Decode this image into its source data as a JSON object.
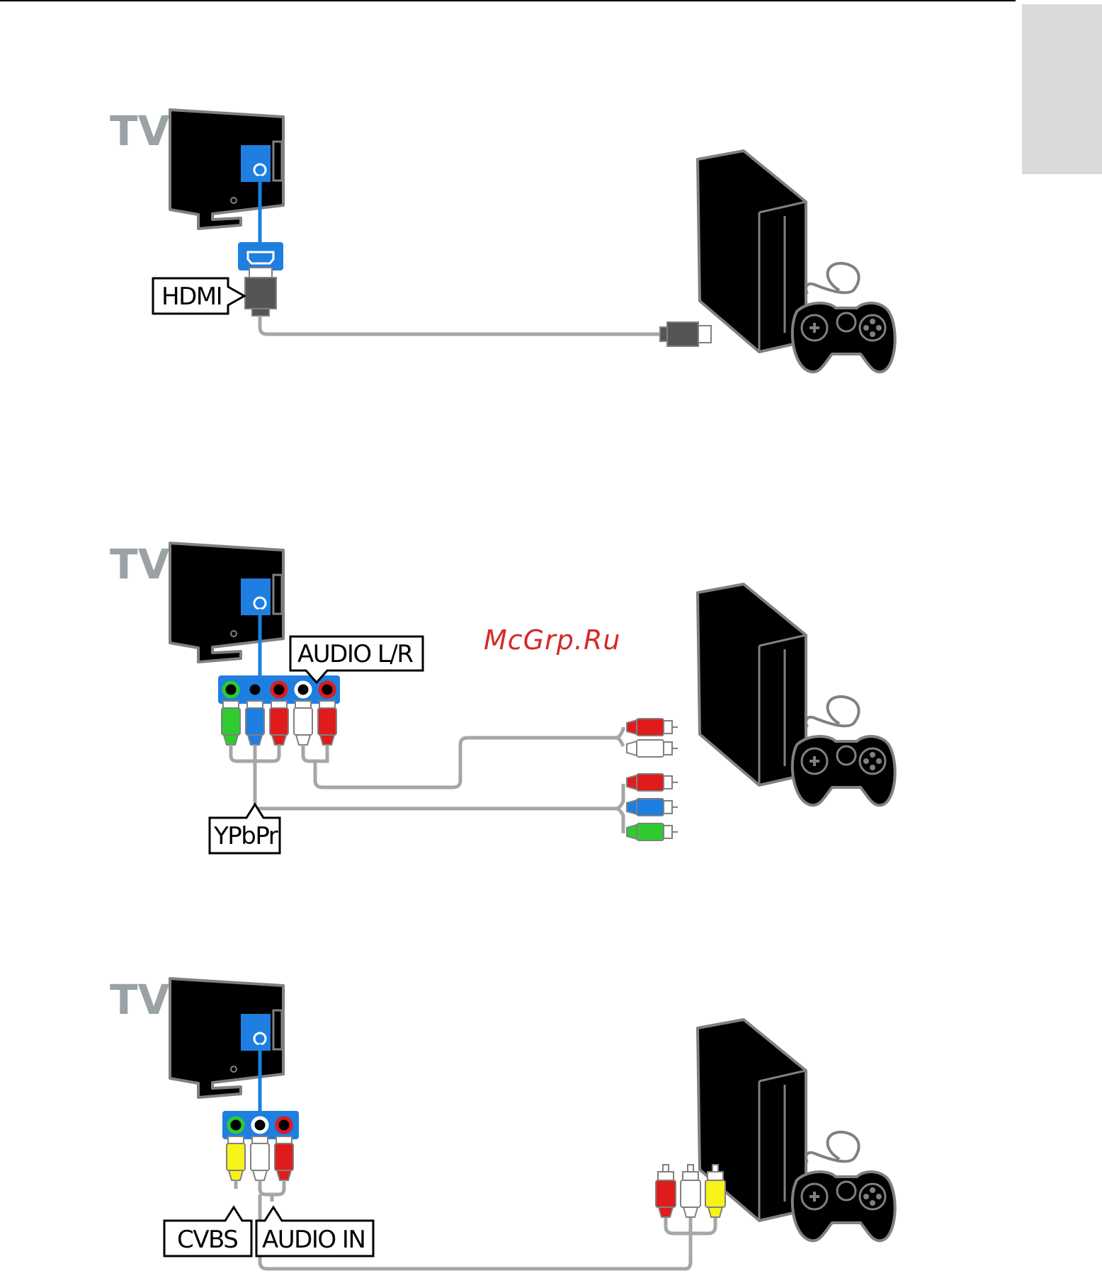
{
  "watermark": "McGrp.Ru",
  "colors": {
    "port_panel": "#1e7fe0",
    "cable": "#a6a6a6",
    "tv_label": "#9aa2a5",
    "side_tab": "#d9d9d9",
    "watermark": "#d42a2a"
  },
  "sections": [
    {
      "tv_label": "TV",
      "connection": "HDMI",
      "labels": [
        "HDMI"
      ]
    },
    {
      "tv_label": "TV",
      "connection": "YPbPr + AUDIO L/R",
      "labels": [
        "AUDIO L/R",
        "YPbPr"
      ]
    },
    {
      "tv_label": "TV",
      "connection": "CVBS + AUDIO IN",
      "labels": [
        "CVBS",
        "AUDIO IN"
      ]
    }
  ]
}
